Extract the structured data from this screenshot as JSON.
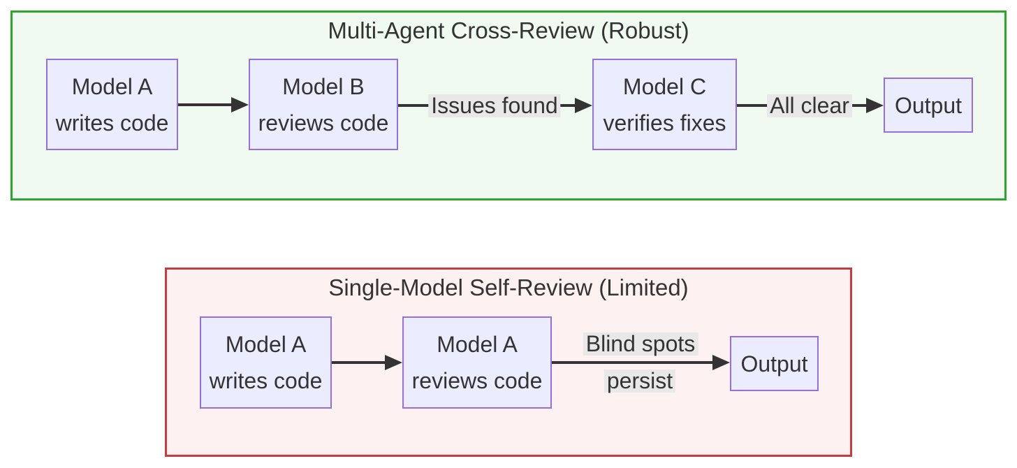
{
  "robust_group": {
    "title": "Multi-Agent Cross-Review (Robust)",
    "nodes": {
      "writer": {
        "line1": "Model A",
        "line2": "writes code"
      },
      "reviewer": {
        "line1": "Model B",
        "line2": "reviews code"
      },
      "verifier": {
        "line1": "Model C",
        "line2": "verifies fixes"
      },
      "output": {
        "line1": "Output"
      }
    },
    "edges": {
      "write_to_review": {
        "label": ""
      },
      "review_to_verify": {
        "label": "Issues found"
      },
      "verify_to_output": {
        "label": "All clear"
      }
    },
    "colors": {
      "fill": "#f0faf0",
      "border": "#2ea52e"
    }
  },
  "limited_group": {
    "title": "Single-Model Self-Review (Limited)",
    "nodes": {
      "writer": {
        "line1": "Model A",
        "line2": "writes code"
      },
      "reviewer": {
        "line1": "Model A",
        "line2": "reviews code"
      },
      "output": {
        "line1": "Output"
      }
    },
    "edges": {
      "write_to_review": {
        "label": ""
      },
      "review_to_output": {
        "label_line1": "Blind spots",
        "label_line2": "persist"
      }
    },
    "colors": {
      "fill": "#fdf1f1",
      "border": "#c53d3d"
    }
  },
  "style": {
    "node_fill": "#ECECFF",
    "node_border": "#9370DB",
    "text_color": "#333333",
    "edge_color": "#333333",
    "edge_label_bg": "#e8e8e8"
  }
}
